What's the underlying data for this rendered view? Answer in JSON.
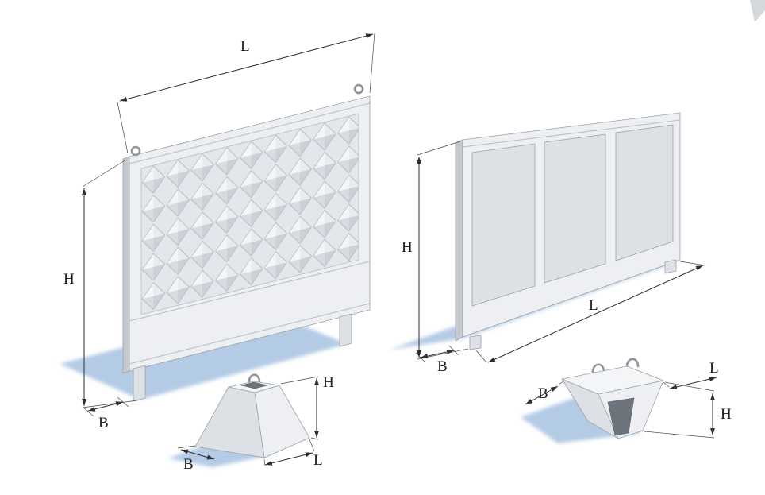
{
  "colors": {
    "concrete_light": "#edeff2",
    "concrete_lighter": "#f3f5f7",
    "concrete_mid": "#dde1e5",
    "concrete_dark": "#c6cbd1",
    "outline": "#9aa1a8",
    "groove": "#b6bcc3",
    "dimension_line": "#2f2f2f",
    "label_text": "#1b1b1b",
    "shadow_blue": "#a3bfdf",
    "socket_dark": "#6e747b",
    "corner_artifact": "#c9cdd2"
  },
  "figures": {
    "panel_decorative": {
      "dims": {
        "length": "L",
        "height": "H",
        "depth": "B"
      }
    },
    "panel_flat": {
      "dims": {
        "height": "H",
        "length": "L",
        "depth": "B"
      }
    },
    "foundation_small": {
      "dims": {
        "height": "H",
        "depth": "B",
        "length": "L"
      }
    },
    "foundation_large": {
      "dims": {
        "depth": "B",
        "length": "L",
        "height": "H"
      }
    }
  }
}
